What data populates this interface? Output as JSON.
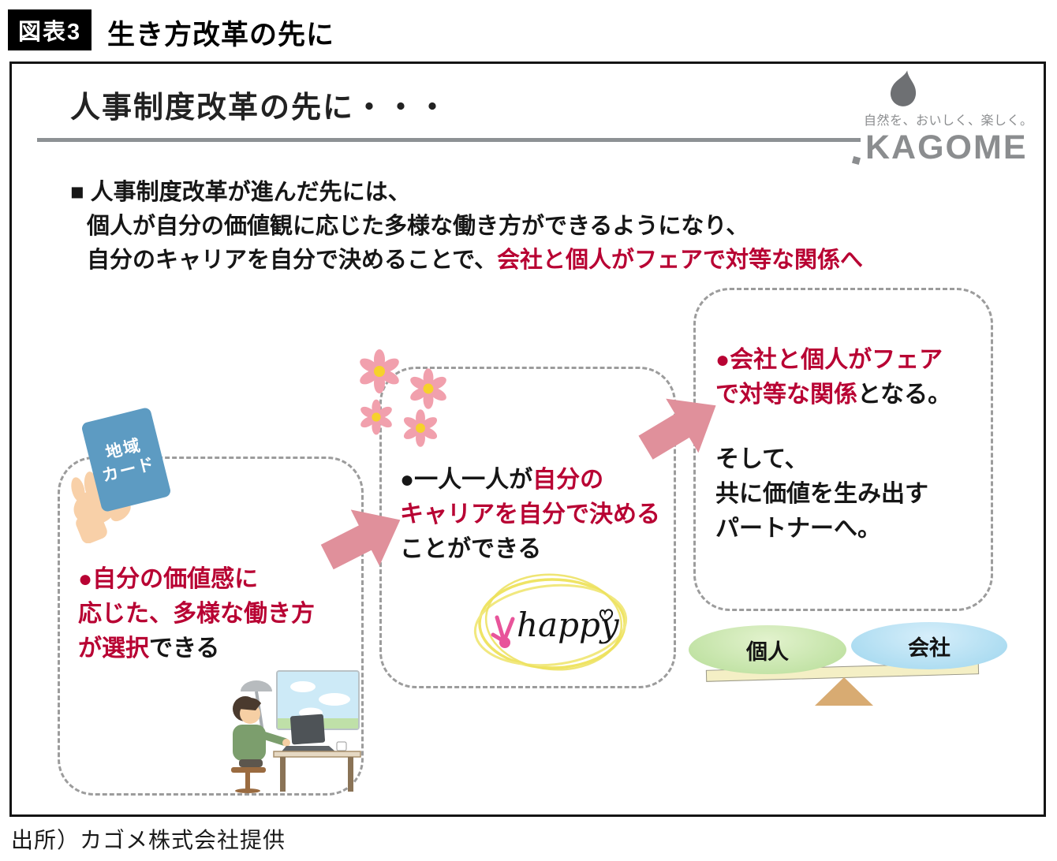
{
  "header": {
    "figure_label": "図表3",
    "figure_title": "生き方改革の先に"
  },
  "slide": {
    "title": "人事制度改革の先に・・・",
    "logo": {
      "tagline": "自然を、おいしく、楽しく。",
      "brand": "KAGOME"
    },
    "lead": {
      "line1": "■ 人事制度改革が進んだ先には、",
      "line2": "個人が自分の価値観に応じた多様な働き方ができるようになり、",
      "line3_plain": "自分のキャリアを自分で決めることで、",
      "line3_red": "会社と個人がフェアで対等な関係へ"
    },
    "box_left": {
      "card_line1": "地域",
      "card_line2": "カード",
      "red_line1": "●自分の価値感に",
      "red_line2": "応じた、多様な働き方",
      "red_line3": "が選択",
      "black_tail": "できる"
    },
    "box_middle": {
      "black_head": "●一人一人が",
      "red1": "自分の",
      "red2": "キャリアを自分で決める",
      "black_tail": "ことができる",
      "doodle": "happy"
    },
    "box_right": {
      "red_line1": "●会社と個人がフェア",
      "red_line2": "で対等な関係",
      "black_tail": "となる。",
      "para2_line1": "そして、",
      "para2_line2": "共に価値を生み出す",
      "para2_line3": "パートナーへ。"
    },
    "scale": {
      "left_label": "個人",
      "right_label": "会社"
    }
  },
  "footer": {
    "source": "出所）カゴメ株式会社提供"
  },
  "icons": {
    "tomato_mark": "kagome-droplet",
    "flowers": "pink-daisy-cluster",
    "arrow": "block-arrow-right",
    "hand_with_card": "hand-holding-card",
    "person": "person-working-at-laptop",
    "happy_hand": "pink-peace-hand",
    "heart": "♡",
    "scale": "balance-seesaw",
    "bullet": "●",
    "lead_marker": "■"
  },
  "colors": {
    "accent_red": "#b80233",
    "arrow_pink": "#e0909b",
    "card_blue": "#5d9bc2",
    "scale_green": "#bfe2a3",
    "scale_blue": "#a8dbf0",
    "plank_beige": "#f4efc5",
    "fulcrum_tan": "#d8ab72",
    "flower_pink": "#f1a0ad",
    "flower_center_yellow": "#f6d22b",
    "doodle_yellow": "#efe464",
    "logo_gray": "#8b8d8f"
  }
}
